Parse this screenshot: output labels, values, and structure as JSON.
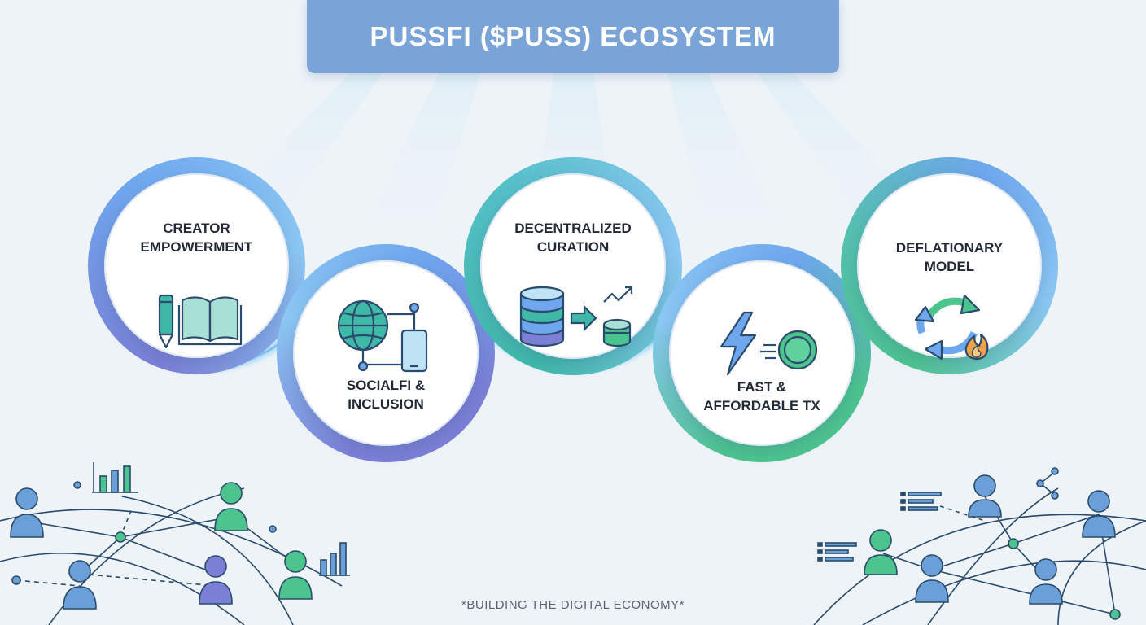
{
  "title": "PUSSFI ($PUSS) ECOSYSTEM",
  "footer": "*BUILDING THE DIGITAL ECONOMY*",
  "nodes": [
    {
      "label": "CREATOR\nEMPOWERMENT",
      "icon": "pencil-book-icon"
    },
    {
      "label": "SOCIALFI &\nINCLUSION",
      "icon": "globe-phone-network-icon"
    },
    {
      "label": "DECENTRALIZED\nCURATION",
      "icon": "coins-arrow-growth-icon"
    },
    {
      "label": "FAST &\nAFFORDABLE TX",
      "icon": "lightning-coin-icon"
    },
    {
      "label": "DEFLATIONARY\nMODEL",
      "icon": "recycle-fire-icon"
    }
  ],
  "colors": {
    "banner": "#7aa3d8",
    "purple": "#7b7fd6",
    "blue": "#5ea8e8",
    "teal": "#3fb8a8",
    "green": "#4cc48e",
    "ink": "#2a4b6b"
  }
}
